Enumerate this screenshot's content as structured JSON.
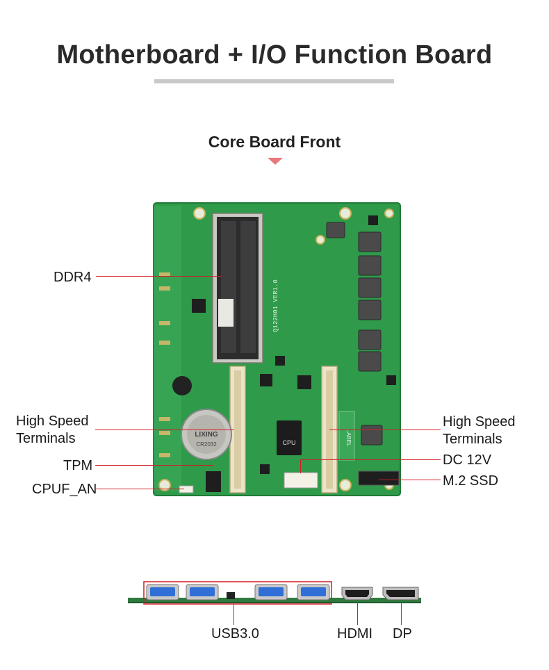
{
  "page": {
    "title": "Motherboard + I/O Function Board",
    "subtitle": "Core Board Front"
  },
  "callouts": {
    "ddr4": "DDR4",
    "high_speed_terminals_left": "High Speed\nTerminals",
    "tpm": "TPM",
    "cpuf_an": "CPUF_AN",
    "high_speed_terminals_right": "High Speed\nTerminals",
    "dc_12v": "DC 12V",
    "m2_ssd": "M.2 SSD",
    "usb30": "USB3.0",
    "hdmi": "HDMI",
    "dp": "DP"
  },
  "board_markings": {
    "battery_brand": "LIXING",
    "battery_model": "CR2032",
    "cpu_label": "CPU",
    "label_text": "LABEL",
    "board_code": "Q122H01 VER1.0"
  },
  "colors": {
    "pcb": "#2f9a4a",
    "pcb_dark": "#1f7a37",
    "leader": "#d21d24",
    "accent_arrow": "#e8787d",
    "usb_blue": "#2f6fd6"
  },
  "icons": {
    "subtitle_marker": "down-triangle-icon",
    "usb_port": "usb-port-icon",
    "hdmi_port": "hdmi-port-icon",
    "dp_port": "displayport-icon"
  }
}
